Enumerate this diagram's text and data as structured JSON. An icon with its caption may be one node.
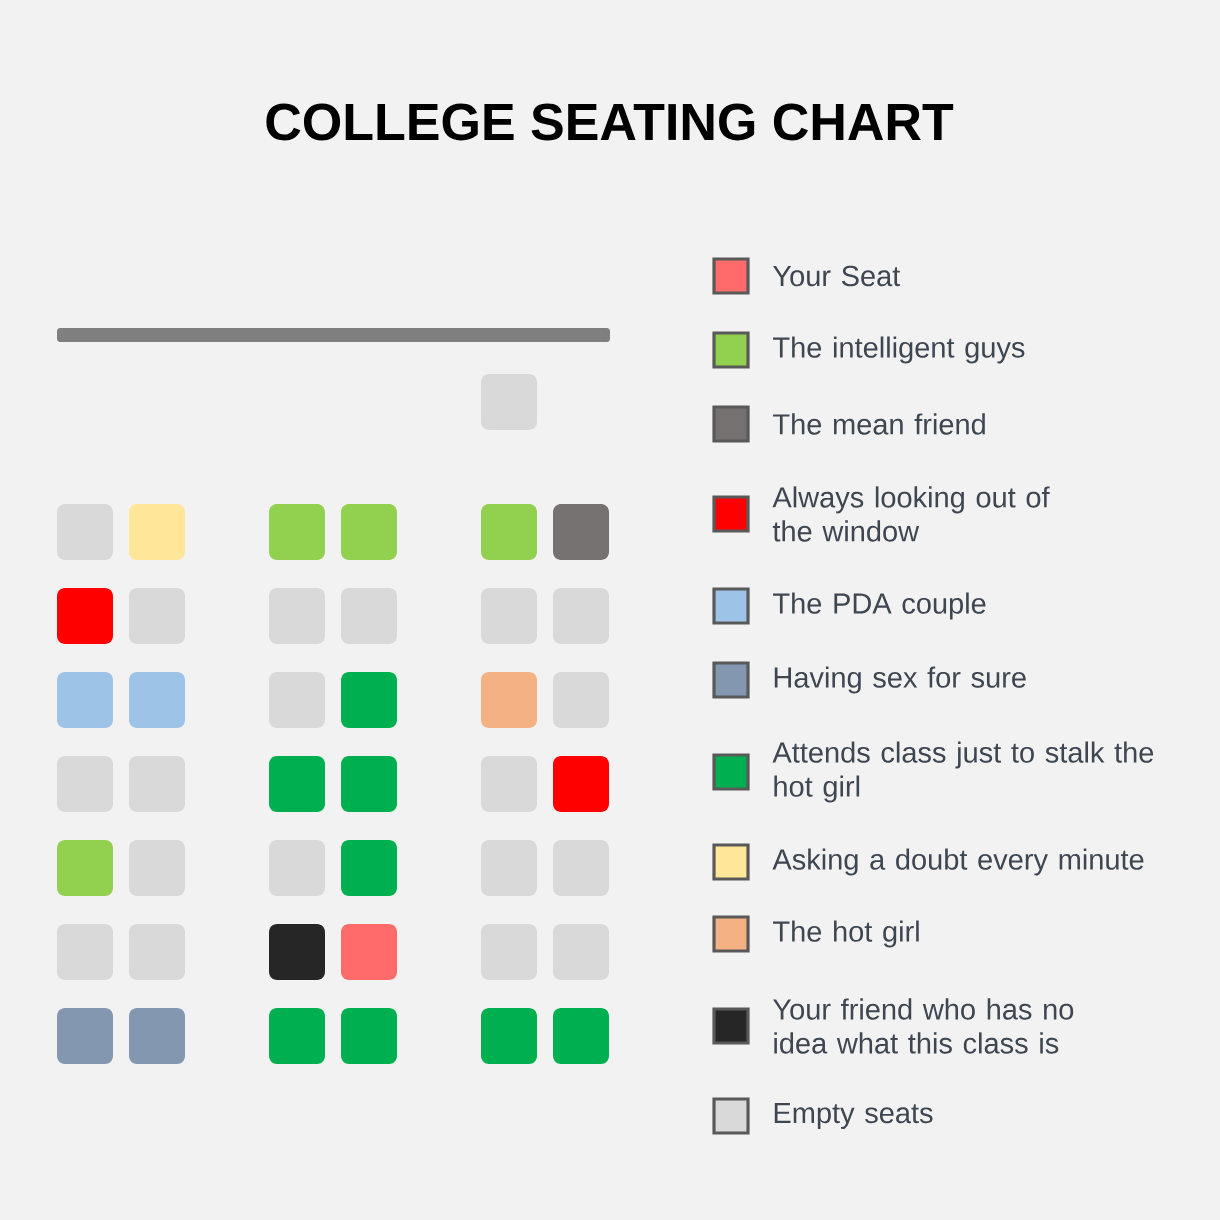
{
  "diagram": {
    "title": "COLLEGE SEATING CHART",
    "legend": [
      {
        "text": "Your Seat",
        "color": "#ff6b6b"
      },
      {
        "text": "The intelligent guys",
        "color": "#92d050"
      },
      {
        "text": "The mean friend",
        "color": "#767171"
      },
      {
        "text": "Always looking out of the window",
        "color": "#ff0000"
      },
      {
        "text": "The PDA couple",
        "color": "#9dc3e6"
      },
      {
        "text": "Having sex for sure",
        "color": "#8497b0"
      },
      {
        "text": "Attends class just to stalk the hot girl",
        "color": "#00b050"
      },
      {
        "text": "Asking a doubt every minute",
        "color": "#ffe699"
      },
      {
        "text": "The hot girl",
        "color": "#f4b183"
      },
      {
        "text": "Your friend who has no idea what this class is",
        "color": "#262626"
      },
      {
        "text": "Empty seats",
        "color": "#d9d9d9"
      }
    ]
  }
}
